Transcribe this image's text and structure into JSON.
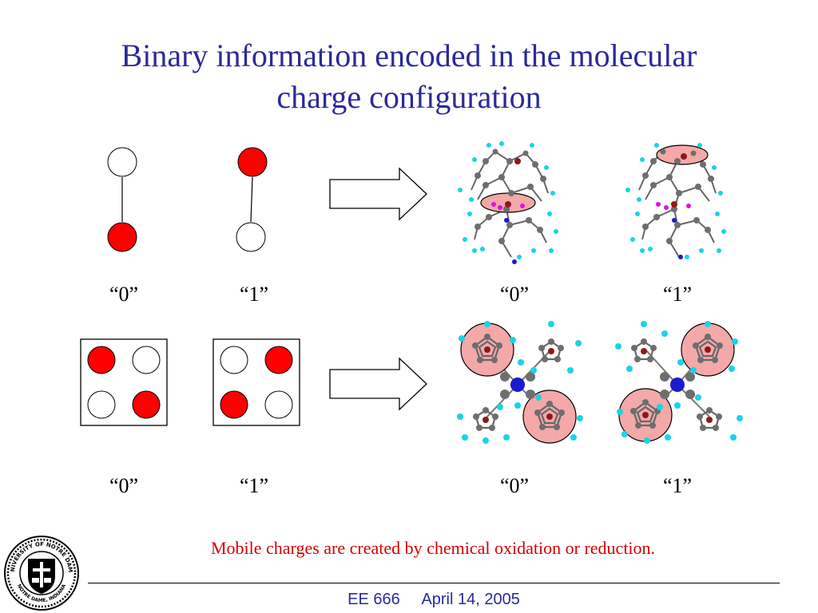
{
  "slide": {
    "title_line1": "Binary information encoded in the molecular",
    "title_line2": "charge configuration",
    "labels": {
      "top_left_0": "“0”",
      "top_left_1": "“1”",
      "top_right_0": "“0”",
      "top_right_1": "“1”",
      "bottom_left_0": "“0”",
      "bottom_left_1": "“1”",
      "bottom_right_0": "“0”",
      "bottom_right_1": "“1”"
    },
    "note": "Mobile charges are created by chemical oxidation or reduction.",
    "footer": {
      "course": "EE 666",
      "date": "April 14, 2005"
    },
    "seal_text_top": "UNIVERSITY OF NOTRE DAME",
    "seal_text_bottom": "NOTRE DAME, INDIANA"
  },
  "colors": {
    "title": "#2a2a9a",
    "charge": "#ff0000",
    "note": "#d40000",
    "footer": "#2a2a9a",
    "molecule_carbon": "#6e6e6e",
    "molecule_hydrogen": "#19d3e6",
    "molecule_nitrogen": "#1a1ad0",
    "molecule_pink": "#f4a8a8",
    "molecule_magenta": "#e010e0"
  }
}
